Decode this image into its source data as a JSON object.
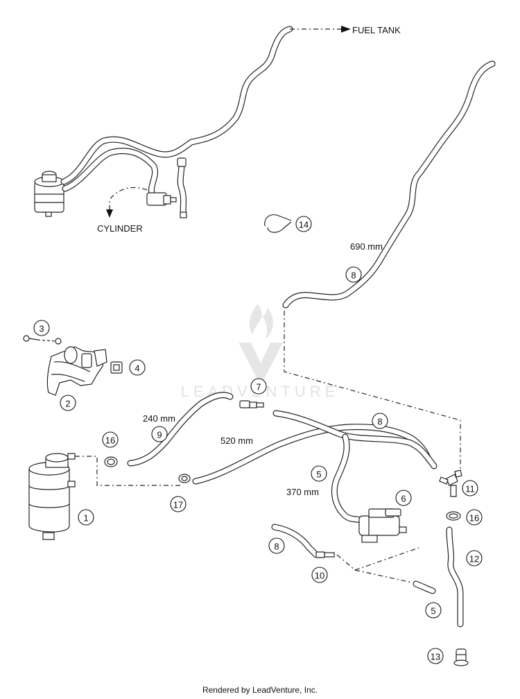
{
  "labels": {
    "fuel_tank": "FUEL TANK",
    "cylinder": "CYLINDER",
    "len_690": "690 mm",
    "len_240": "240 mm",
    "len_520": "520 mm",
    "len_370": "370 mm"
  },
  "callouts": [
    "14",
    "8",
    "3",
    "4",
    "2",
    "7",
    "8",
    "16",
    "9",
    "5",
    "1",
    "17",
    "6",
    "11",
    "16",
    "8",
    "12",
    "10",
    "5",
    "13"
  ],
  "watermark_text": "LEADVENTURE",
  "footer": "Rendered by LeadVenture, Inc."
}
